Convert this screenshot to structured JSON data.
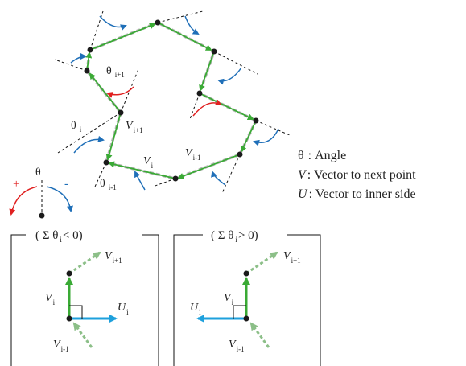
{
  "legend": {
    "angle": {
      "symbol": "θ",
      "text": ": Angle"
    },
    "vector": {
      "symbol": "V",
      "text": ": Vector to next point"
    },
    "unit": {
      "symbol": "U",
      "text": ": Vector to inner side"
    }
  },
  "polygon_labels": {
    "theta": "θ",
    "v": "V",
    "sub_i": "i",
    "sub_i_plus": "i+1",
    "sub_i_minus": "i-1"
  },
  "sign_key": {
    "theta": "θ",
    "plus": "+",
    "minus": "-"
  },
  "box_left": {
    "title": "( Σ θ",
    "title_sub": "i",
    "title_tail": "< 0)",
    "v": "V",
    "u": "U",
    "sub_i": "i",
    "sub_i_plus": "i+1",
    "sub_i_minus": "i-1"
  },
  "box_right": {
    "title": "( Σ θ",
    "title_sub": "i",
    "title_tail": "> 0)",
    "v": "V",
    "u": "U",
    "sub_i": "i",
    "sub_i_plus": "i+1",
    "sub_i_minus": "i-1"
  },
  "colors": {
    "vector_green": "#3aaa35",
    "vector_dash": "#b5b5b5",
    "arc_blue": "#1f6fb8",
    "arc_red": "#e02020",
    "u_blue": "#1ea0dc",
    "faded_green": "#8cbf88",
    "dot": "#1a1a1a"
  }
}
